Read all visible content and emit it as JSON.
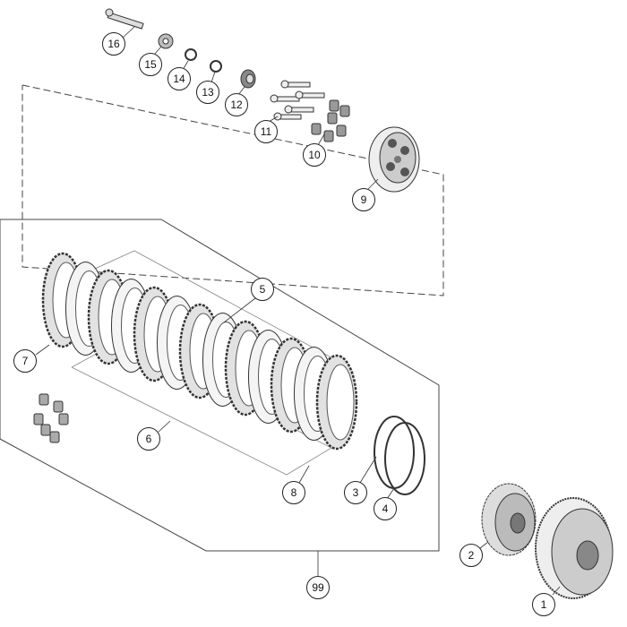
{
  "diagram": {
    "title": "Clutch exploded parts diagram",
    "callouts": [
      "16",
      "15",
      "14",
      "13",
      "12",
      "11",
      "10",
      "9",
      "5",
      "7",
      "6",
      "8",
      "3",
      "4",
      "2",
      "99",
      "1"
    ]
  }
}
